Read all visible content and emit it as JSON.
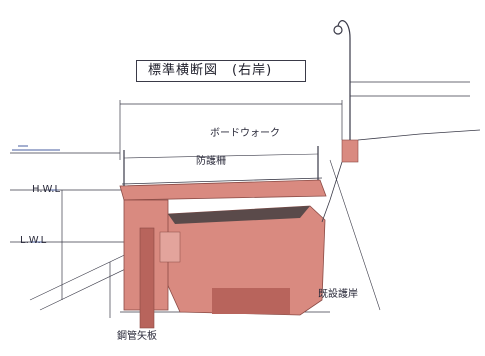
{
  "title": "標準横断図　(右岸)",
  "labels": {
    "boardwalk": "ボードウォーク",
    "railing": "防護柵",
    "hwl": "H.W.L",
    "lwl": "L.W.L",
    "revetment": "既設護岸",
    "sheet_pile": "鋼管矢板"
  },
  "colors": {
    "structure_fill": "#d98a80",
    "structure_dark": "#b8645c",
    "line": "#3a3a48",
    "water": "#4a5fa0",
    "background": "#ffffff"
  },
  "icons": [
    "street-lamp-icon"
  ]
}
